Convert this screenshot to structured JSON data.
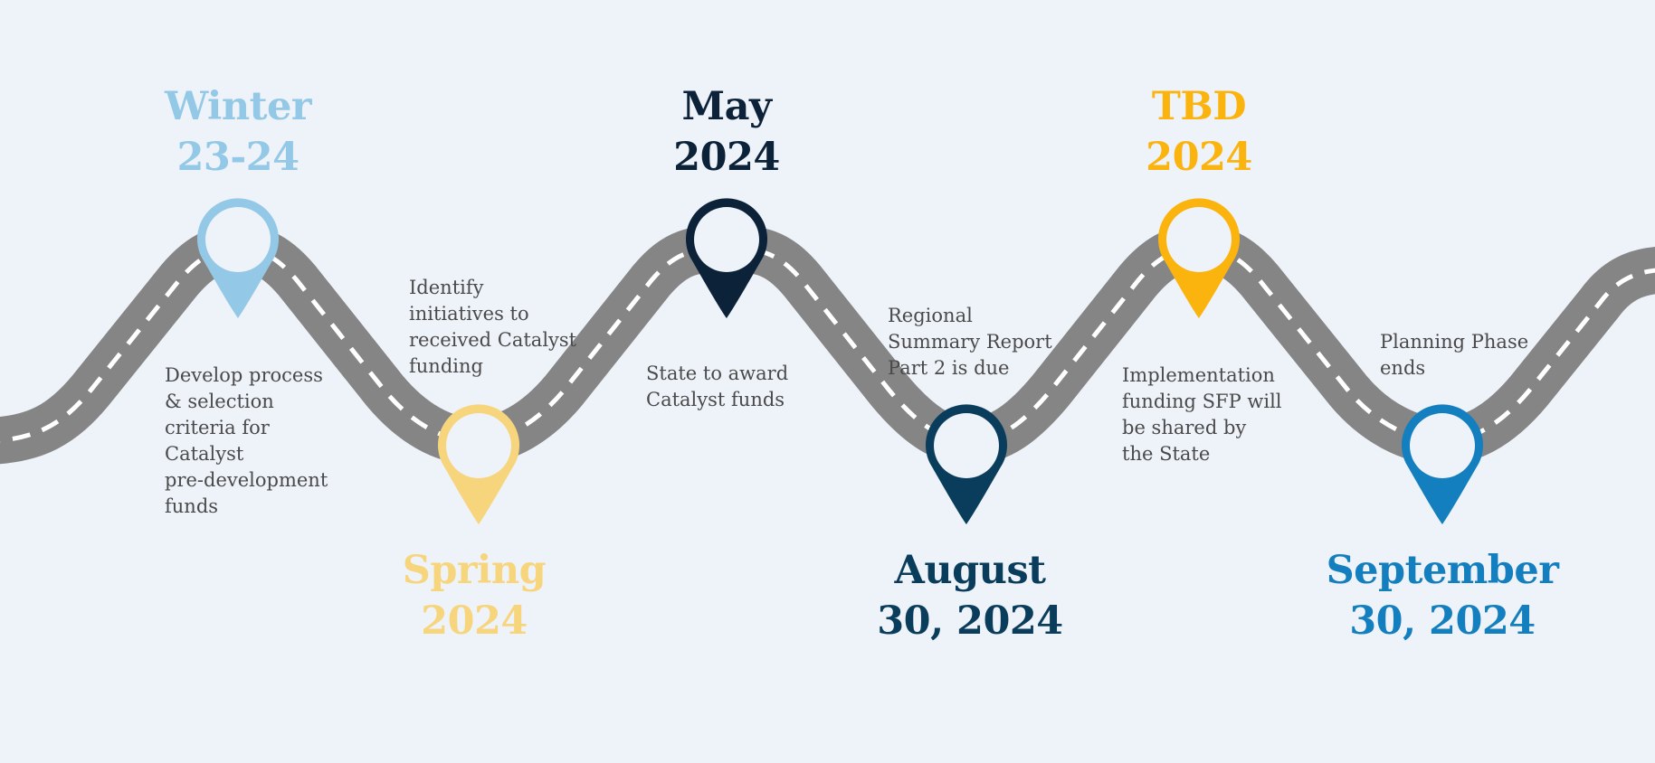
{
  "colors": {
    "background": "#eef2f9",
    "road": "#858585",
    "road_dash": "#ffffff",
    "description_text": "#4a4a4a"
  },
  "milestones": [
    {
      "id": "winter",
      "title": [
        "Winter",
        "23-24"
      ],
      "description": [
        "Develop process",
        "& selection",
        "criteria for",
        "Catalyst",
        "pre-development",
        "funds"
      ],
      "color": "#93c9e6",
      "position": "top",
      "icon": "map-pin-icon"
    },
    {
      "id": "spring",
      "title": [
        "Spring",
        "2024"
      ],
      "description": [
        "Identify",
        "initiatives to",
        "received Catalyst",
        "funding"
      ],
      "color": "#f7d57d",
      "position": "bottom",
      "icon": "map-pin-icon"
    },
    {
      "id": "may",
      "title": [
        "May",
        "2024"
      ],
      "description": [
        "State to award",
        "Catalyst funds"
      ],
      "color": "#0b2239",
      "position": "top",
      "icon": "map-pin-icon"
    },
    {
      "id": "august",
      "title": [
        "August",
        "30, 2024"
      ],
      "description": [
        "Regional",
        "Summary Report",
        "Part 2 is due"
      ],
      "color": "#0a3d5c",
      "position": "bottom",
      "icon": "map-pin-icon"
    },
    {
      "id": "tbd",
      "title": [
        "TBD",
        "2024"
      ],
      "description": [
        "Implementation",
        "funding SFP will",
        "be shared by",
        "the State"
      ],
      "color": "#fbb40e",
      "position": "top",
      "icon": "map-pin-icon"
    },
    {
      "id": "september",
      "title": [
        "September",
        "30, 2024"
      ],
      "description": [
        "Planning Phase",
        "ends"
      ],
      "color": "#137fbf",
      "position": "bottom",
      "icon": "map-pin-icon"
    }
  ]
}
